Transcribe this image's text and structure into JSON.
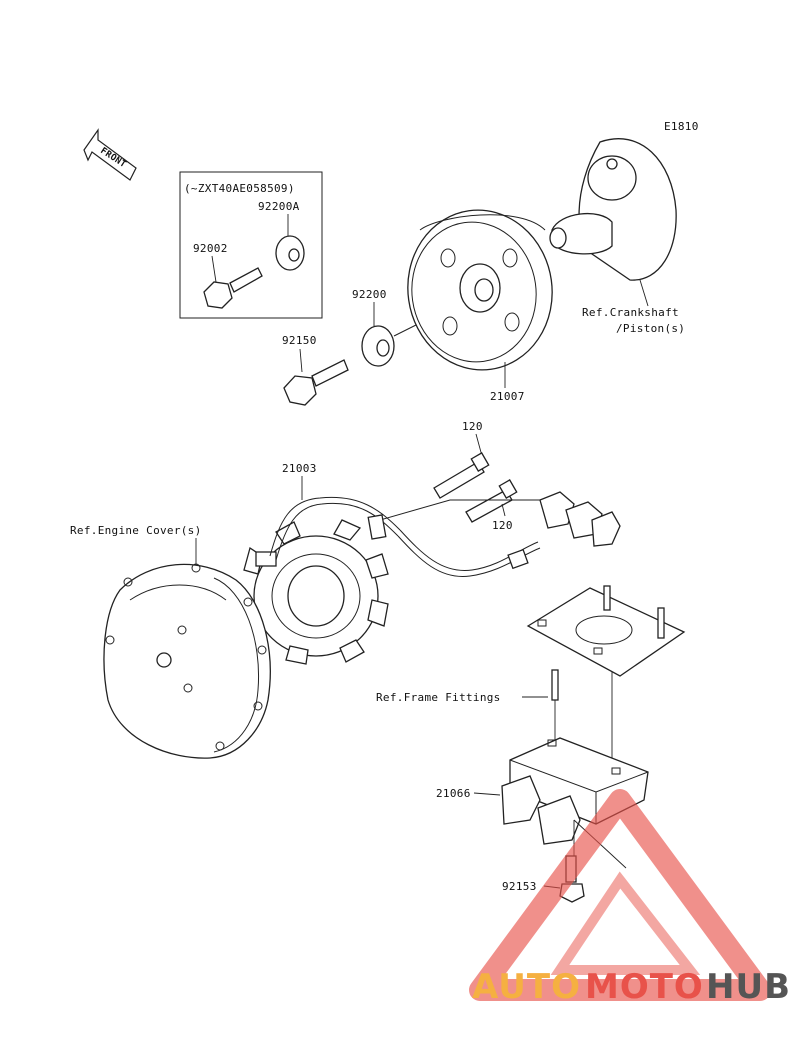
{
  "diagram_code": "E1810",
  "front_label": "FRONT",
  "parts": {
    "p92002": "92002",
    "p92200A": "92200A",
    "p92200": "92200",
    "p92150": "92150",
    "p21007": "21007",
    "p120a": "120",
    "p120b": "120",
    "p21003": "21003",
    "p21066": "21066",
    "p92153": "92153"
  },
  "serial_note": "(~ZXT40AE058509)",
  "refs": {
    "crankshaft_1": "Ref.Crankshaft",
    "crankshaft_2": "/Piston(s)",
    "engine_cover": "Ref.Engine Cover(s)",
    "frame_fittings": "Ref.Frame Fittings"
  },
  "watermark": {
    "part1": "AUTO",
    "part2": "MOTO",
    "part3": "HUB",
    "color1": "#f5b041",
    "color2": "#e8524a",
    "color3": "#555555"
  }
}
